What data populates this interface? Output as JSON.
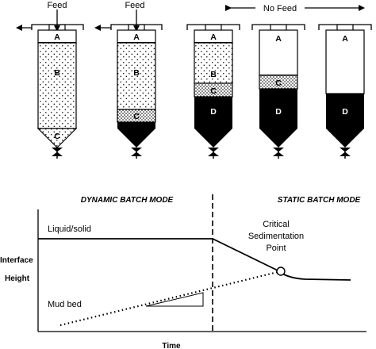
{
  "top": {
    "feed_label": "Feed",
    "no_feed_label": "No Feed",
    "zone_a": "A",
    "zone_b": "B",
    "zone_c": "C",
    "zone_d": "D"
  },
  "graph": {
    "left_mode": "DYNAMIC BATCH MODE",
    "right_mode": "STATIC BATCH MODE",
    "y_axis_line1": "Interface",
    "y_axis_line2": "Height",
    "x_axis": "Time",
    "liquid_solid": "Liquid/solid",
    "mud_bed": "Mud bed",
    "critical_line1": "Critical",
    "critical_line2": "Sedimentation",
    "critical_line3": "Point"
  },
  "colors": {
    "ink": "#000000",
    "background": "#ffffff"
  }
}
